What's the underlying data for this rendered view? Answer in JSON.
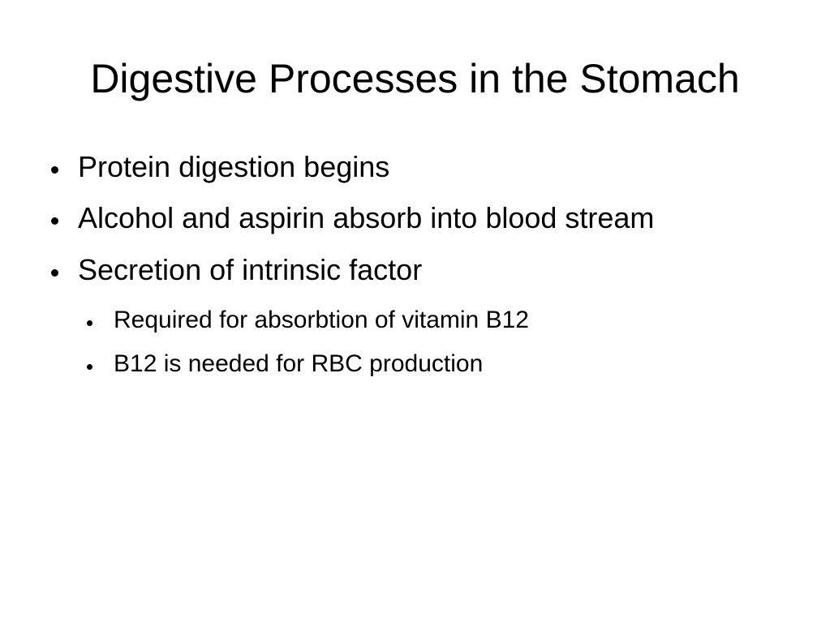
{
  "slide": {
    "title": "Digestive Processes in the Stomach",
    "bullets": [
      {
        "text": "Protein digestion begins",
        "level": 1
      },
      {
        "text": "Alcohol and aspirin absorb into blood stream",
        "level": 1
      },
      {
        "text": "Secretion of intrinsic factor",
        "level": 1
      },
      {
        "text": "Required for absorbtion of vitamin B12",
        "level": 2
      },
      {
        "text": "B12 is needed for RBC production",
        "level": 2
      }
    ]
  },
  "colors": {
    "background": "#ffffff",
    "text": "#000000"
  }
}
